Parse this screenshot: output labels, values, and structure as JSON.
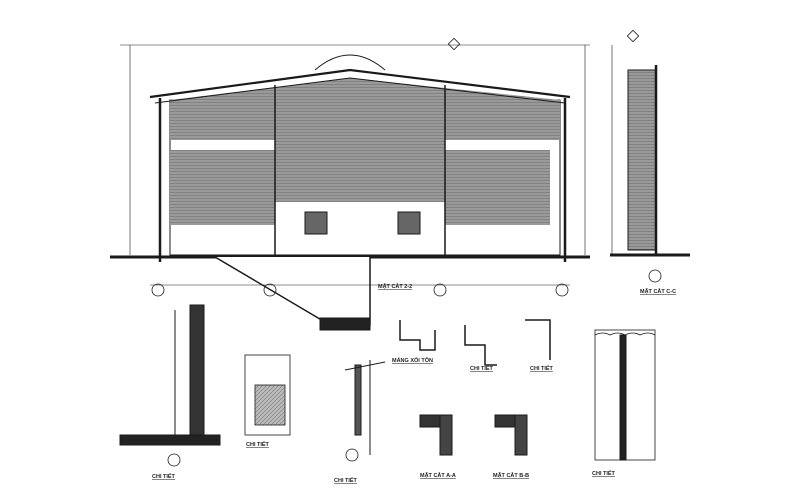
{
  "drawing": {
    "main_section_title": "MẶT CẮT 2-2",
    "side_section_title": "MẶT CẮT C-C",
    "gutter_title": "MÁNG XỐI TÔN",
    "detail_titles": [
      "CHI TIẾT",
      "CHI TIẾT",
      "CHI TIẾT",
      "CHI TIẾT",
      "CHI TIẾT",
      "CHI TIẾT"
    ],
    "section_a_title": "MẶT CẮT A-A",
    "section_b_title": "MẶT CẮT B-B",
    "line_color": "#1a1a1a",
    "panel_color": "#8a8a8a"
  }
}
